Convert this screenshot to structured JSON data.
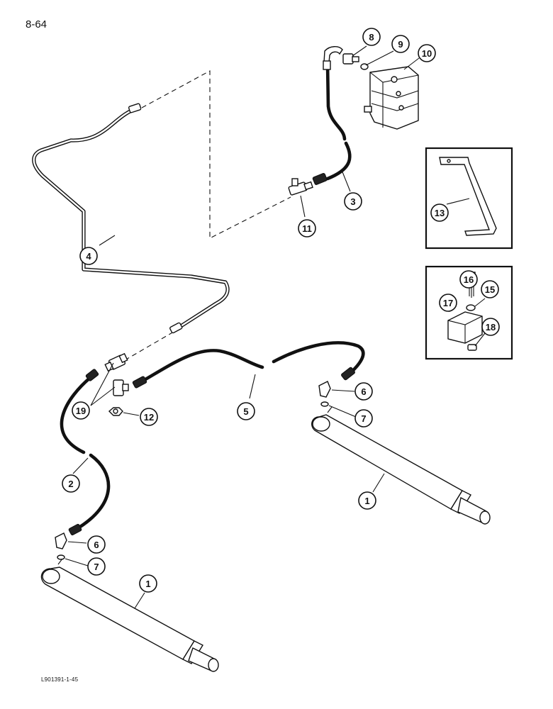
{
  "page_number": "8-64",
  "figure_id": "L901391-1-45",
  "callouts": [
    {
      "id": "c8",
      "text": "8"
    },
    {
      "id": "c9",
      "text": "9"
    },
    {
      "id": "c10",
      "text": "10"
    },
    {
      "id": "c3",
      "text": "3"
    },
    {
      "id": "c11",
      "text": "11"
    },
    {
      "id": "c13",
      "text": "13"
    },
    {
      "id": "c4",
      "text": "4"
    },
    {
      "id": "c16",
      "text": "16"
    },
    {
      "id": "c15",
      "text": "15"
    },
    {
      "id": "c17",
      "text": "17"
    },
    {
      "id": "c18",
      "text": "18"
    },
    {
      "id": "c19",
      "text": "19"
    },
    {
      "id": "c12",
      "text": "12"
    },
    {
      "id": "c5",
      "text": "5"
    },
    {
      "id": "c6a",
      "text": "6"
    },
    {
      "id": "c7a",
      "text": "7"
    },
    {
      "id": "c2",
      "text": "2"
    },
    {
      "id": "c1a",
      "text": "1"
    },
    {
      "id": "c6b",
      "text": "6"
    },
    {
      "id": "c7b",
      "text": "7"
    },
    {
      "id": "c1b",
      "text": "1"
    }
  ]
}
